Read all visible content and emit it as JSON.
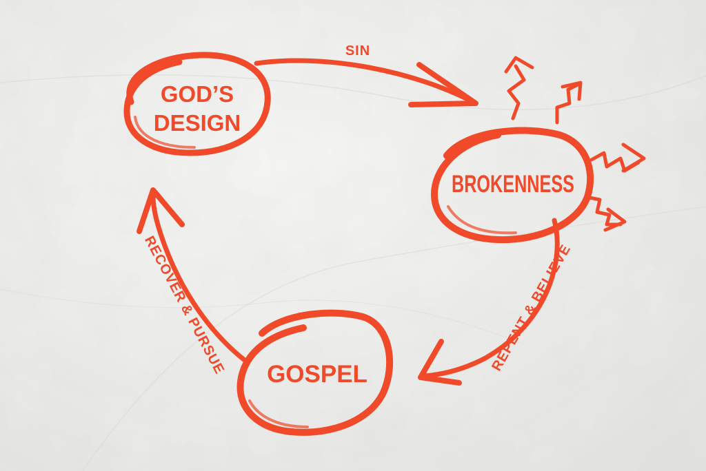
{
  "colors": {
    "ink": "#f04a2a",
    "paper": "#eeeeec"
  },
  "nodes": {
    "gods_design": {
      "line1": "GOD’S",
      "line2": "DESIGN"
    },
    "brokenness": {
      "label": "BROKENNESS"
    },
    "gospel": {
      "label": "GOSPEL"
    }
  },
  "edges": {
    "sin": {
      "label": "SIN"
    },
    "repent_believe": {
      "label": "REPENT & BELIEVE"
    },
    "recover_pursue": {
      "label": "RECOVER & PURSUE"
    }
  }
}
